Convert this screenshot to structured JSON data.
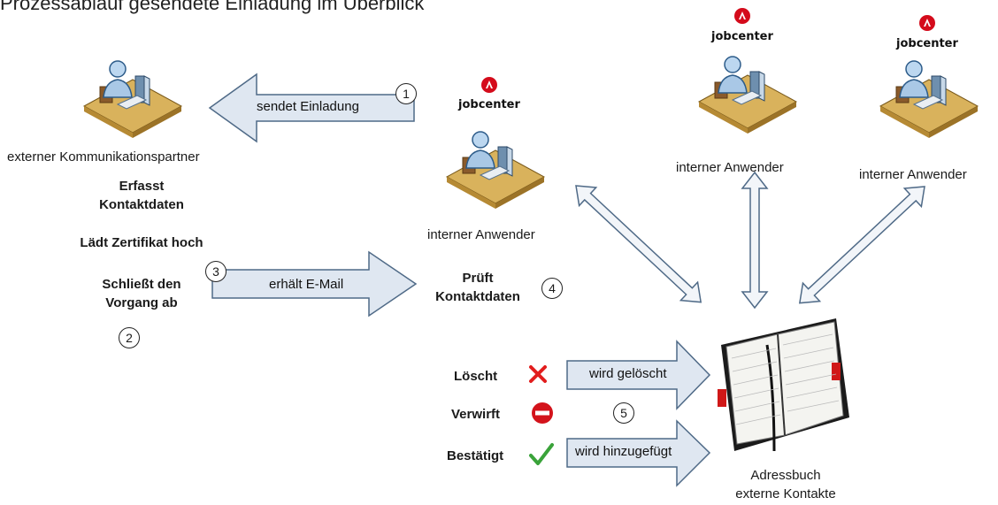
{
  "header": {
    "title": "Prozessablauf gesendete Einladung im Überblick"
  },
  "external_partner": {
    "label": "externer Kommunikationspartner",
    "step1": "Erfasst\nKontaktdaten",
    "step2": "Lädt Zertifikat hoch",
    "step3": "Schließt den\nVorgang ab",
    "step_number": "2"
  },
  "internal_user_main": {
    "logo": "jobcenter",
    "label": "interner Anwender",
    "check": "Prüft\nKontaktdaten",
    "check_number": "4"
  },
  "internal_users_other": [
    {
      "logo": "jobcenter",
      "label": "interner Anwender"
    },
    {
      "logo": "jobcenter",
      "label": "interner Anwender"
    }
  ],
  "arrows": {
    "invite": {
      "label": "sendet Einladung",
      "number": "1"
    },
    "email": {
      "label": "erhält E-Mail",
      "number": "3"
    },
    "deleted": {
      "label": "wird gelöscht"
    },
    "added": {
      "label": "wird hinzugefügt"
    }
  },
  "actions": {
    "delete": "Löscht",
    "discard": "Verwirft",
    "confirm": "Bestätigt",
    "number": "5"
  },
  "addressbook": {
    "line1": "Adressbuch",
    "line2": "externe Kontakte"
  },
  "colors": {
    "arrow_fill": "#dfe7f1",
    "arrow_stroke": "#4f6a87",
    "logo_red": "#d40b1b",
    "person": "#a9c8e6",
    "desk": "#d9b25c"
  }
}
